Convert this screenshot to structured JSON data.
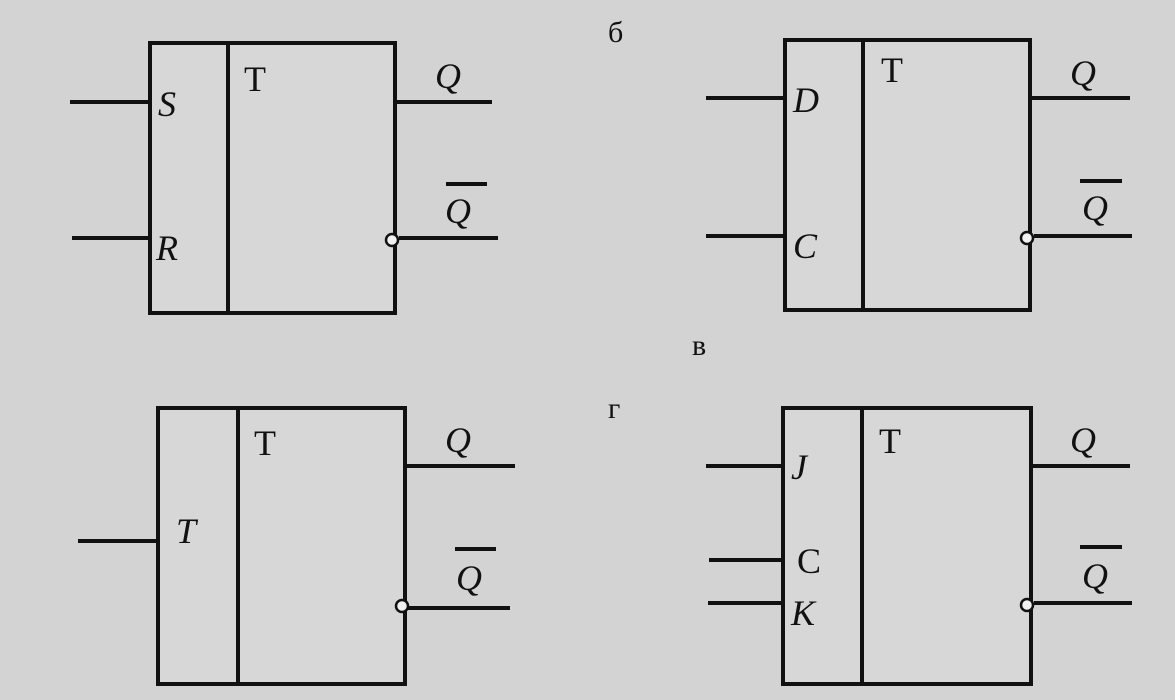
{
  "captions": {
    "b": "б",
    "v": "в",
    "g": "г"
  },
  "triggers": [
    {
      "id": "rs",
      "type_label": "T",
      "inputs": [
        {
          "label": "S",
          "italic": true
        },
        {
          "label": "R",
          "italic": true
        }
      ],
      "output": "Q",
      "output_inverted": "Q"
    },
    {
      "id": "d",
      "type_label": "T",
      "inputs": [
        {
          "label": "D",
          "italic": true
        },
        {
          "label": "C",
          "italic": true
        }
      ],
      "output": "Q",
      "output_inverted": "Q"
    },
    {
      "id": "t",
      "type_label": "T",
      "inputs": [
        {
          "label": "T",
          "italic": true
        }
      ],
      "output": "Q",
      "output_inverted": "Q"
    },
    {
      "id": "jk",
      "type_label": "T",
      "inputs": [
        {
          "label": "J",
          "italic": true
        },
        {
          "label": "C",
          "italic": false
        },
        {
          "label": "K",
          "italic": true
        }
      ],
      "output": "Q",
      "output_inverted": "Q"
    }
  ]
}
